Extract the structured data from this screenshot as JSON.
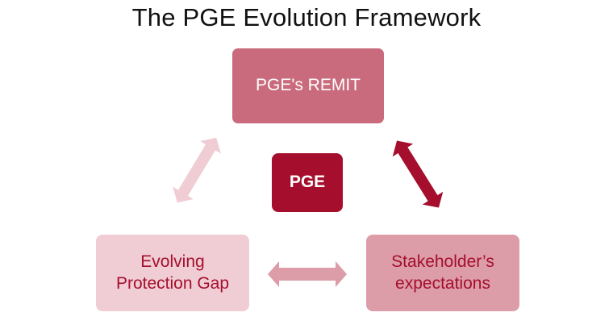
{
  "title": "The PGE Evolution Framework",
  "nodes": {
    "remit": {
      "label": "PGE's REMIT",
      "fill": "#c96b7c",
      "text_color": "#ffffff"
    },
    "center": {
      "label": "PGE",
      "fill": "#a50f2d",
      "text_color": "#ffffff"
    },
    "gap": {
      "line1": "Evolving",
      "line2": "Protection Gap",
      "fill": "#f0cdd4",
      "text_color": "#a50f2d"
    },
    "stakeholder": {
      "line1": "Stakeholder’s",
      "line2": "expectations",
      "fill": "#dc9ca8",
      "text_color": "#a50f2d"
    }
  },
  "arrows": {
    "remit_gap": {
      "color": "#f0cdd4",
      "style": "double-headed"
    },
    "remit_stakeholder": {
      "color": "#a50f2d",
      "style": "double-headed"
    },
    "gap_stakeholder": {
      "color": "#dc9ca8",
      "style": "double-headed"
    }
  }
}
